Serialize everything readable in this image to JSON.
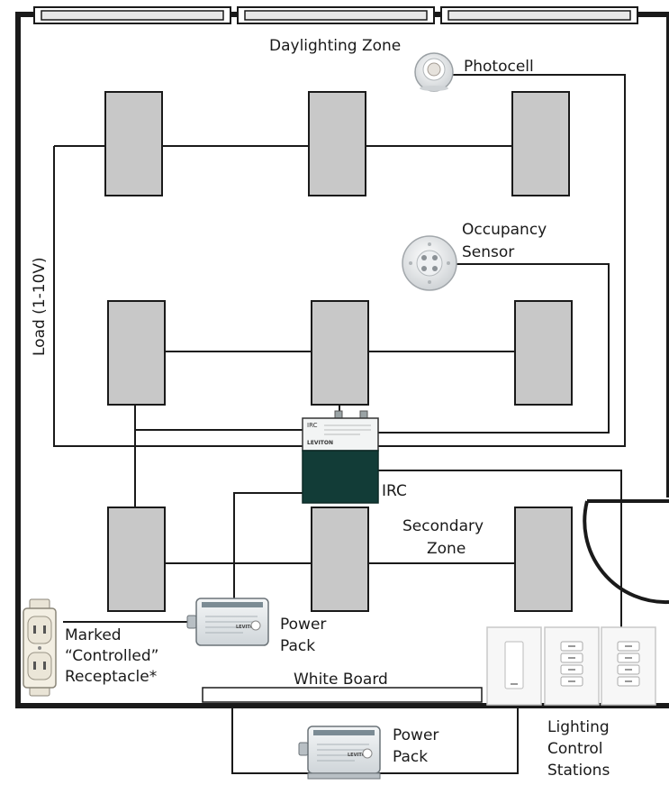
{
  "labels": {
    "daylighting_zone": "Daylighting Zone",
    "photocell": "Photocell",
    "occupancy_line1": "Occupancy",
    "occupancy_line2": "Sensor",
    "load": "Load (1-10V)",
    "irc": "IRC",
    "secondary_line1": "Secondary",
    "secondary_line2": "Zone",
    "power_pack_line1": "Power",
    "power_pack_line2": "Pack",
    "power_pack2_line1": "Power",
    "power_pack2_line2": "Pack",
    "receptacle_line1": "Marked",
    "receptacle_line2": "“Controlled”",
    "receptacle_line3": "Receptacle*",
    "white_board": "White Board",
    "stations_line1": "Lighting",
    "stations_line2": "Control",
    "stations_line3": "Stations"
  },
  "device_text": {
    "irc_tag": "IRC",
    "brand": "LEVITON"
  },
  "colors": {
    "fixture_fill": "#c8c8c8",
    "wall": "#1a1a1a",
    "irc_body": "#123c37",
    "wire": "#1a1a1a"
  },
  "icons": {
    "photocell": "photocell-icon",
    "occupancy_sensor": "occupancy-sensor-icon",
    "power_pack": "power-pack-icon",
    "receptacle": "receptacle-icon",
    "switch": "switch-icon",
    "scene_keypad": "scene-keypad-icon"
  }
}
